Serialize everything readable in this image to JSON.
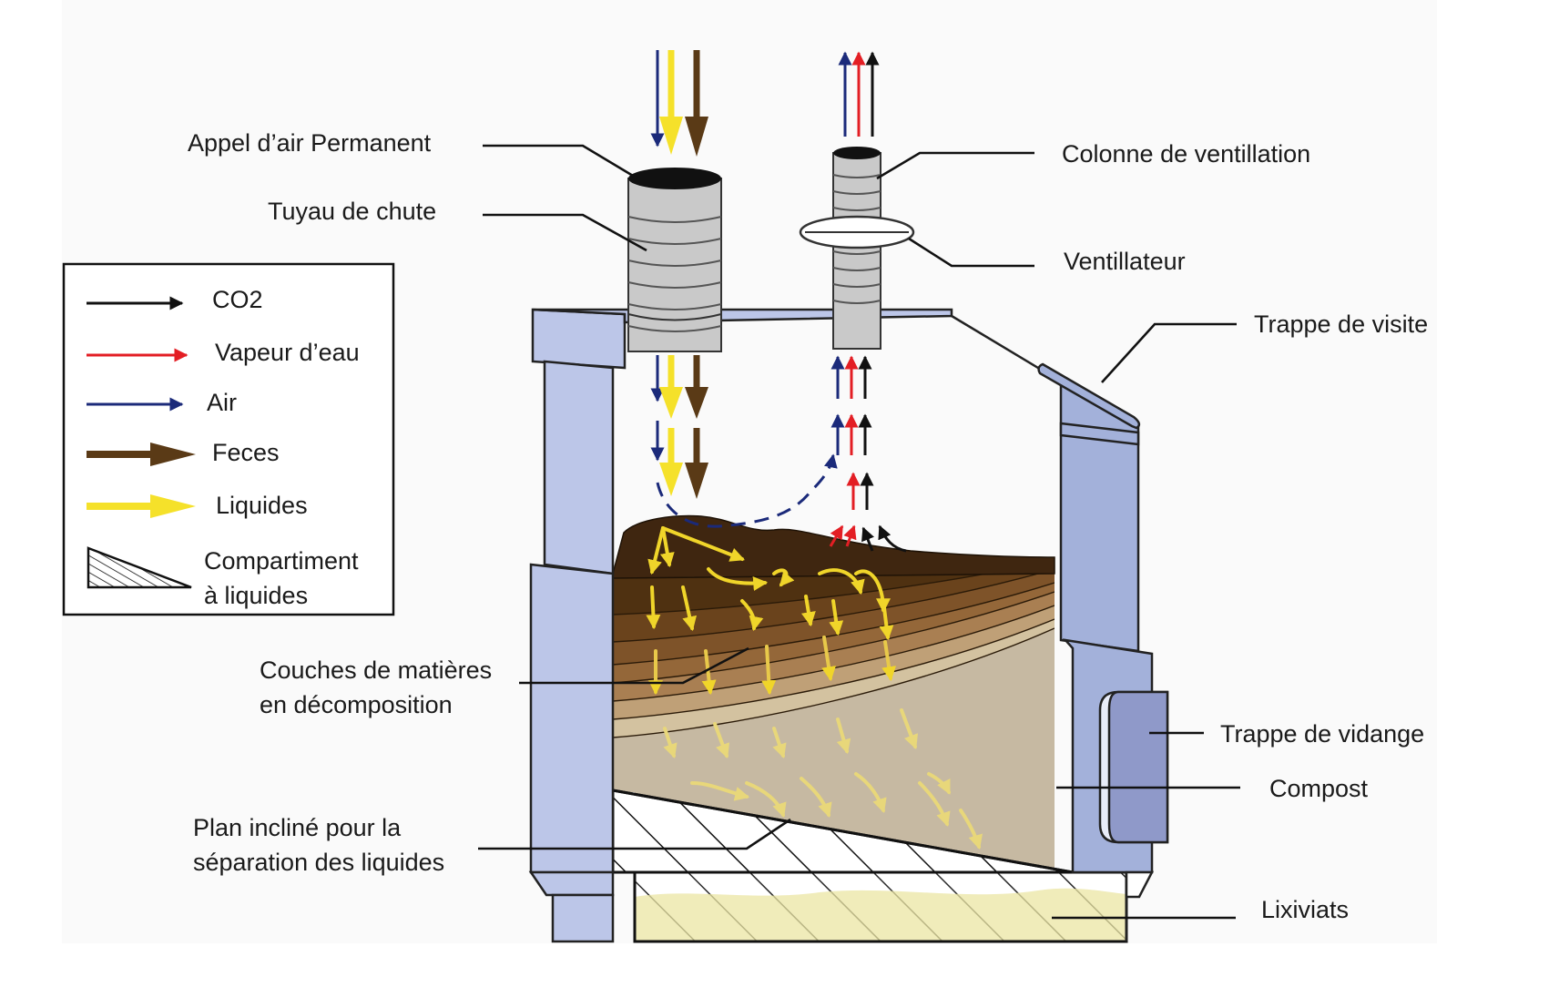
{
  "labels": {
    "appel_air": "Appel d’air Permanent",
    "tuyau_chute": "Tuyau de chute",
    "colonne": "Colonne de ventillation",
    "ventilateur": "Ventillateur",
    "trappe_visite": "Trappe de visite",
    "couches_1": "Couches de matières",
    "couches_2": "en décomposition",
    "trappe_vidange": "Trappe de vidange",
    "compost": "Compost",
    "plan_1": "Plan incliné pour la",
    "plan_2": "séparation des liquides",
    "lixiviats": "Lixiviats"
  },
  "legend": {
    "co2": "CO2",
    "vapeur": "Vapeur d’eau",
    "air": "Air",
    "feces": "Feces",
    "liquides": "Liquides",
    "compartiment_1": "Compartiment",
    "compartiment_2": "à liquides"
  },
  "colors": {
    "co2": "#111111",
    "vapeur": "#e31e24",
    "air": "#1b2a7a",
    "feces": "#5a3a16",
    "liquides": "#f5e12a",
    "wall": "#bcc6e8",
    "compost": "#c6b9a2",
    "lixiviats": "#ebe6a6"
  }
}
